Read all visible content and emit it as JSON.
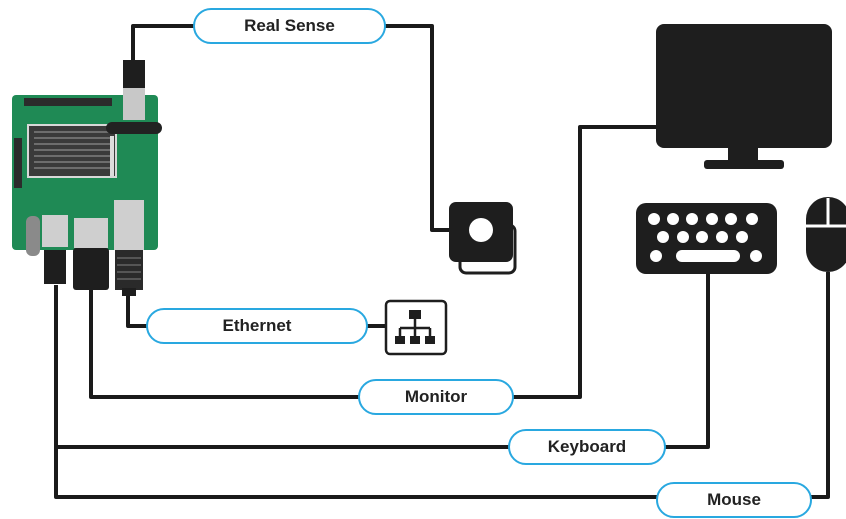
{
  "labels": {
    "realsense": "Real Sense",
    "ethernet": "Ethernet",
    "monitor": "Monitor",
    "keyboard": "Keybo​ard",
    "mouse": "Mouse"
  },
  "colors": {
    "wire": "#1a1a1a",
    "pill_border": "#29a8e0",
    "board": "#1f8a55",
    "device": "#1e1e1e"
  },
  "icons": [
    "raspberry-pi-board-icon",
    "realsense-camera-icon",
    "network-switch-icon",
    "monitor-icon",
    "keyboard-icon",
    "mouse-icon"
  ]
}
